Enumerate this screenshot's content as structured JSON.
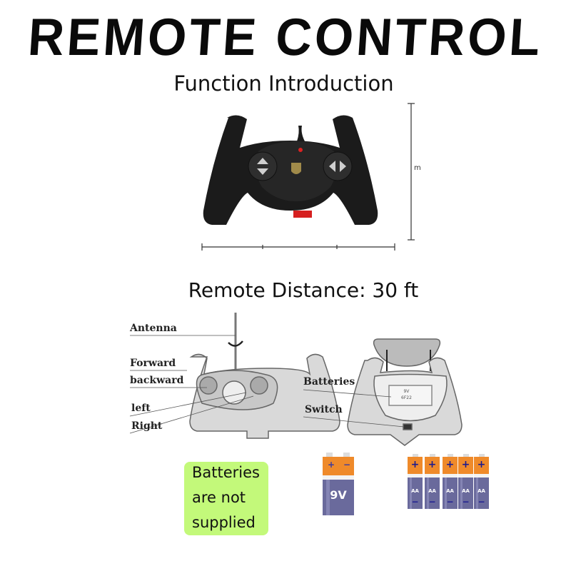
{
  "title": "REMOTE CONTROL",
  "subtitle": "Function Introduction",
  "dimension_label": "m",
  "distance": "Remote Distance: 30 ft",
  "front_diagram": {
    "labels": [
      "Antenna",
      "Forward",
      "backward",
      "left",
      "Right"
    ]
  },
  "back_diagram": {
    "labels": [
      "Batteries",
      "Switch"
    ],
    "battery_compartment_text": [
      "9V",
      "6F22"
    ]
  },
  "note": {
    "lines": [
      "Batteries",
      "are not",
      "supplied"
    ],
    "color": "#c3f97a"
  },
  "batteries": {
    "nine_volt": {
      "label": "9V",
      "plus": "+",
      "minus": "−"
    },
    "aa": {
      "count": 5,
      "label": "AA",
      "plus": "+",
      "minus": "−"
    },
    "colors": {
      "top": "#ef8a2a",
      "body": "#6a6a9c"
    }
  }
}
